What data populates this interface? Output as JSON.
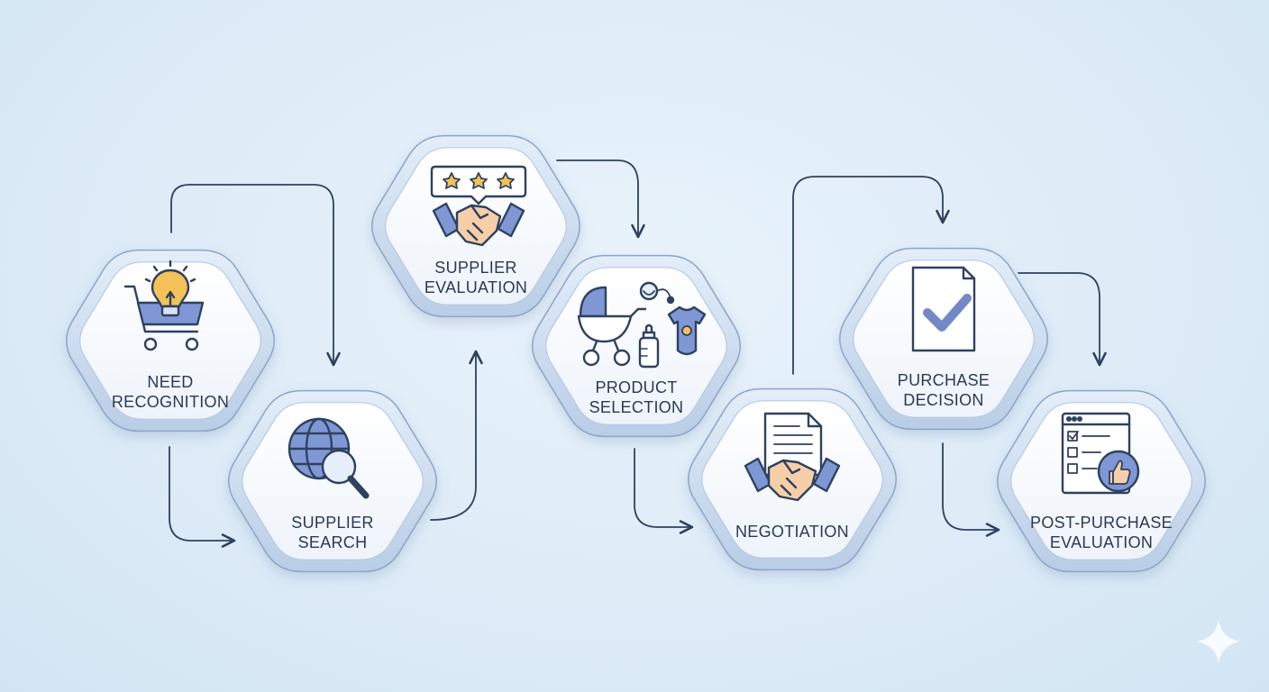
{
  "colors": {
    "accent": "#7389c7",
    "stroke": "#2f4160",
    "text": "#2a3a55",
    "hex_ring": "#c9d9ec",
    "hex_fill": "#f6fafd",
    "bulb": "#f3c258",
    "skin": "#f6cfa8",
    "star": "#f3c258"
  },
  "steps": [
    {
      "id": "need",
      "lines": [
        "NEED",
        "RECOGNITION"
      ],
      "icon": "cart-lightbulb-icon"
    },
    {
      "id": "search",
      "lines": [
        "SUPPLIER",
        "SEARCH"
      ],
      "icon": "globe-magnifier-icon"
    },
    {
      "id": "evaluation",
      "lines": [
        "SUPPLIER",
        "EVALUATION"
      ],
      "icon": "rating-handshake-icon"
    },
    {
      "id": "selection",
      "lines": [
        "PRODUCT",
        "SELECTION"
      ],
      "icon": "baby-products-icon"
    },
    {
      "id": "negotiation",
      "lines": [
        "NEGOTIATION"
      ],
      "icon": "document-handshake-icon"
    },
    {
      "id": "decision",
      "lines": [
        "PURCHASE",
        "DECISION"
      ],
      "icon": "document-check-icon"
    },
    {
      "id": "post",
      "lines": [
        "POST-PURCHASE",
        "EVALUATION"
      ],
      "icon": "checklist-thumbsup-icon"
    }
  ]
}
